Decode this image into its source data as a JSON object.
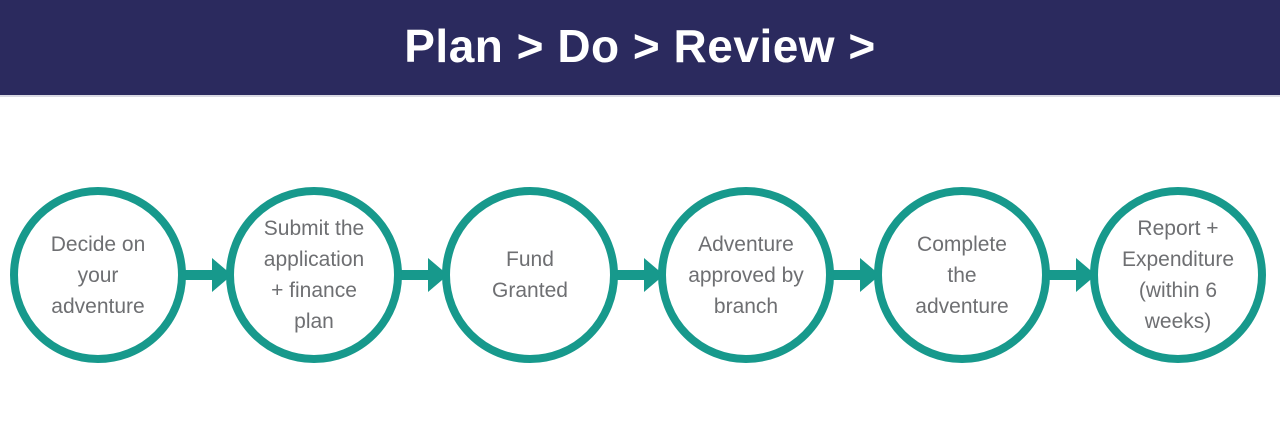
{
  "colors": {
    "navy": "#2b2a5e",
    "teal": "#17998c",
    "label_gray": "#6e6f72",
    "divider": "#d9d9e3",
    "white": "#ffffff"
  },
  "header": {
    "title": "Plan > Do > Review >"
  },
  "flow": {
    "steps": [
      {
        "label": "Decide on\nyour\nadventure"
      },
      {
        "label": "Submit the\napplication\n+ finance\nplan"
      },
      {
        "label": "Fund\nGranted"
      },
      {
        "label": "Adventure\napproved by\nbranch"
      },
      {
        "label": "Complete\nthe\nadventure"
      },
      {
        "label": "Report +\nExpenditure\n(within 6\nweeks)"
      }
    ]
  }
}
